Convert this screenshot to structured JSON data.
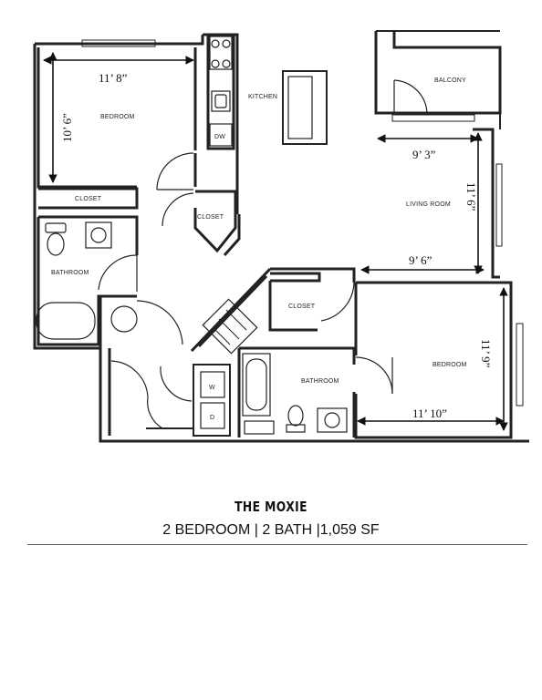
{
  "plan": {
    "name": "THE MOXIE",
    "summary": "2 BEDROOM | 2 BATH |1,059 SF"
  },
  "rooms": {
    "bedroom_1": "BEDROOM",
    "closet_1": "CLOSET",
    "closet_2": "CLOSET",
    "bathroom_1": "BATHROOM",
    "kitchen": "KITCHEN",
    "dishwasher": "DW",
    "balcony": "BALCONY",
    "living_room": "LIVING ROOM",
    "closet_3": "CLOSET",
    "bathroom_2": "BATHROOM",
    "bedroom_2": "BEDROOM",
    "washer": "W",
    "dryer": "D"
  },
  "dimensions": {
    "bedroom_1_width": "11’ 8”",
    "bedroom_1_depth": "10’ 6”",
    "living_upper_width": "9’ 3”",
    "living_depth": "11’ 6”",
    "living_lower_width": "9’ 6”",
    "bedroom_2_depth": "11’ 9”",
    "bedroom_2_width": "11’ 10”"
  }
}
